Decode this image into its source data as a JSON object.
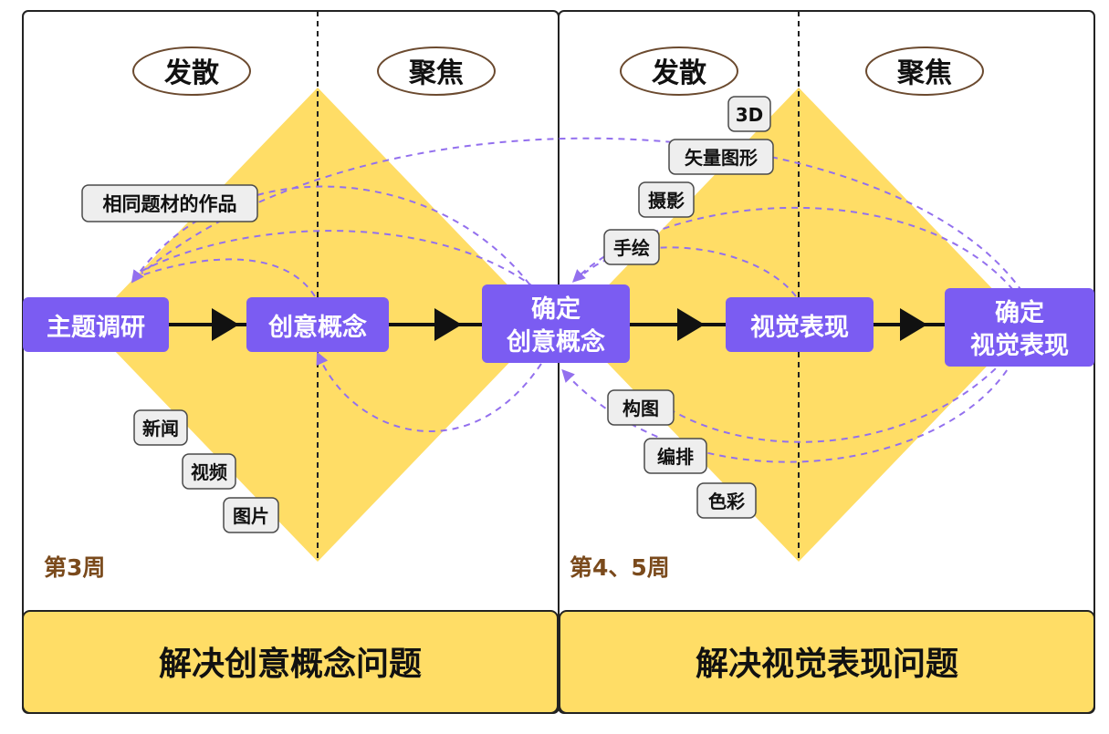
{
  "colors": {
    "yellow": "#FFDD66",
    "purple": "#7B5CF2",
    "dashed_purple": "#9370EE",
    "ellipse_border": "#6B4A2F",
    "week_text": "#7A4A1C",
    "tag_fill": "#EEEEEE",
    "tag_border": "#4A4A4A"
  },
  "panels": [
    {
      "phase_left": "发散",
      "phase_right": "聚焦",
      "week": "第3周",
      "footer": "解决创意概念问题"
    },
    {
      "phase_left": "发散",
      "phase_right": "聚焦",
      "week": "第4、5周",
      "footer": "解决视觉表现问题"
    }
  ],
  "flow": {
    "steps": [
      {
        "label": "主题调研"
      },
      {
        "label": "创意概念"
      },
      {
        "line1": "确定",
        "line2": "创意概念"
      },
      {
        "label": "视觉表现"
      },
      {
        "line1": "确定",
        "line2": "视觉表现"
      }
    ]
  },
  "tags": {
    "left": [
      "相同题材的作品",
      "新闻",
      "视频",
      "图片"
    ],
    "right": [
      "3D",
      "矢量图形",
      "摄影",
      "手绘",
      "构图",
      "编排",
      "色彩"
    ]
  }
}
